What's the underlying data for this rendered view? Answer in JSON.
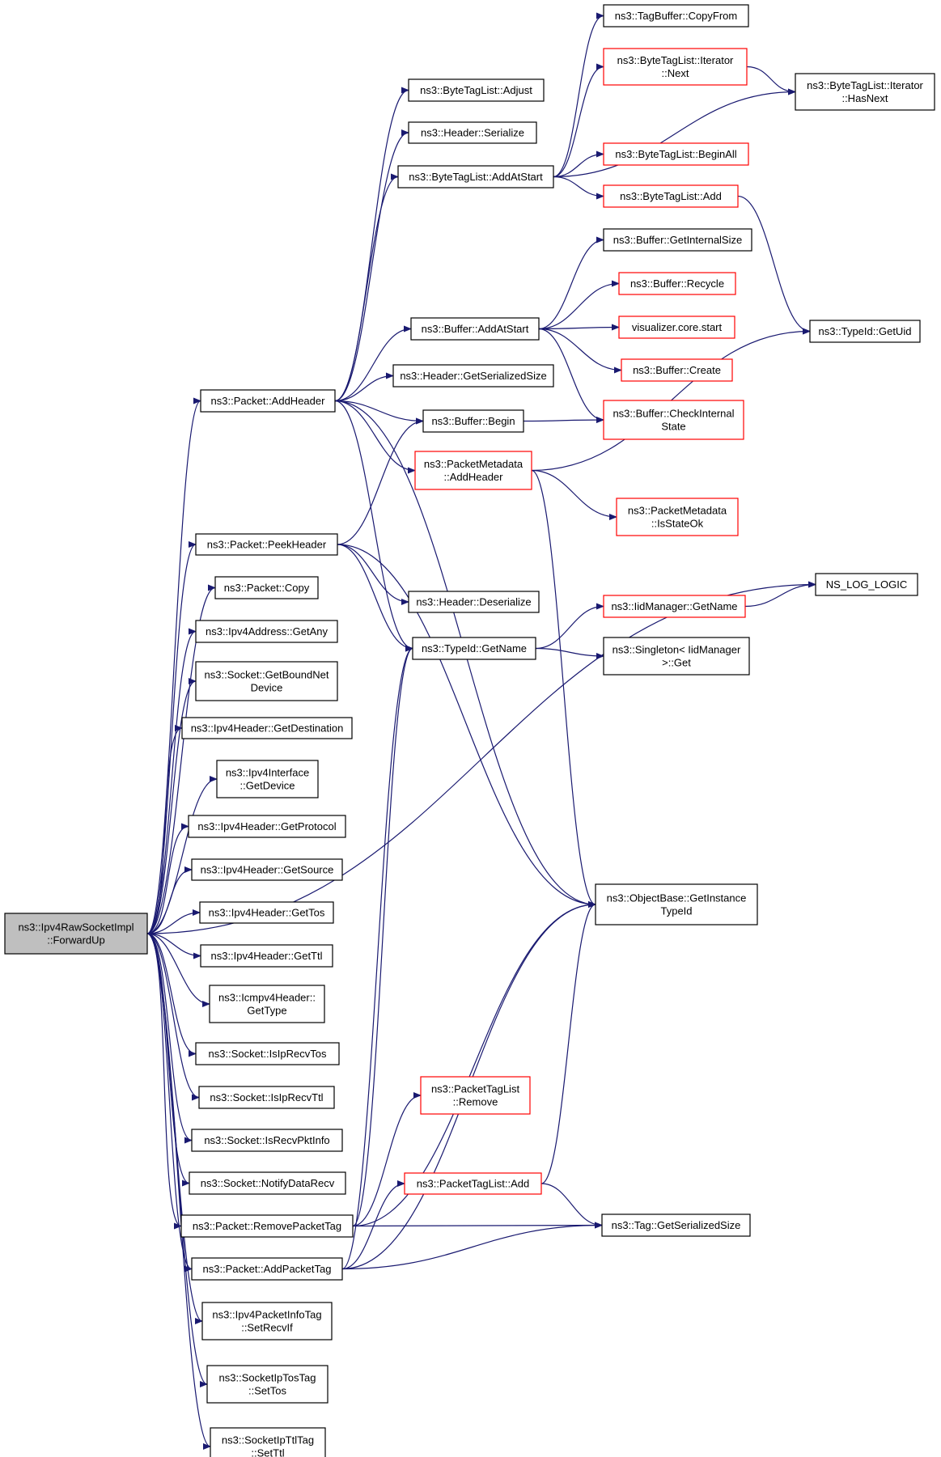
{
  "colors": {
    "edge": "#191970",
    "node_border_normal": "#000000",
    "node_border_truncated": "#ff0000",
    "root_fill": "#bfbfbf",
    "node_fill": "#ffffff"
  },
  "nodes": [
    {
      "id": "root",
      "lines": [
        "ns3::Ipv4RawSocketImpl",
        "::ForwardUp"
      ],
      "kind": "root"
    },
    {
      "id": "addHeader",
      "lines": [
        "ns3::Packet::AddHeader"
      ],
      "kind": "normal"
    },
    {
      "id": "peekHeader",
      "lines": [
        "ns3::Packet::PeekHeader"
      ],
      "kind": "normal"
    },
    {
      "id": "copy",
      "lines": [
        "ns3::Packet::Copy"
      ],
      "kind": "normal"
    },
    {
      "id": "getAny",
      "lines": [
        "ns3::Ipv4Address::GetAny"
      ],
      "kind": "normal"
    },
    {
      "id": "getBoundNet",
      "lines": [
        "ns3::Socket::GetBoundNet",
        "Device"
      ],
      "kind": "normal"
    },
    {
      "id": "getDestination",
      "lines": [
        "ns3::Ipv4Header::GetDestination"
      ],
      "kind": "normal"
    },
    {
      "id": "ifGetDevice",
      "lines": [
        "ns3::Ipv4Interface",
        "::GetDevice"
      ],
      "kind": "normal"
    },
    {
      "id": "getProtocol",
      "lines": [
        "ns3::Ipv4Header::GetProtocol"
      ],
      "kind": "normal"
    },
    {
      "id": "getSource",
      "lines": [
        "ns3::Ipv4Header::GetSource"
      ],
      "kind": "normal"
    },
    {
      "id": "getTos",
      "lines": [
        "ns3::Ipv4Header::GetTos"
      ],
      "kind": "normal"
    },
    {
      "id": "getTtl",
      "lines": [
        "ns3::Ipv4Header::GetTtl"
      ],
      "kind": "normal"
    },
    {
      "id": "icmpGetType",
      "lines": [
        "ns3::Icmpv4Header::",
        "GetType"
      ],
      "kind": "normal"
    },
    {
      "id": "isIpRecvTos",
      "lines": [
        "ns3::Socket::IsIpRecvTos"
      ],
      "kind": "normal"
    },
    {
      "id": "isIpRecvTtl",
      "lines": [
        "ns3::Socket::IsIpRecvTtl"
      ],
      "kind": "normal"
    },
    {
      "id": "isRecvPktInfo",
      "lines": [
        "ns3::Socket::IsRecvPktInfo"
      ],
      "kind": "normal"
    },
    {
      "id": "notifyDataRecv",
      "lines": [
        "ns3::Socket::NotifyDataRecv"
      ],
      "kind": "normal"
    },
    {
      "id": "removePacketTag",
      "lines": [
        "ns3::Packet::RemovePacketTag"
      ],
      "kind": "normal"
    },
    {
      "id": "addPacketTag",
      "lines": [
        "ns3::Packet::AddPacketTag"
      ],
      "kind": "normal"
    },
    {
      "id": "setRecvIf",
      "lines": [
        "ns3::Ipv4PacketInfoTag",
        "::SetRecvIf"
      ],
      "kind": "normal"
    },
    {
      "id": "setTos",
      "lines": [
        "ns3::SocketIpTosTag",
        "::SetTos"
      ],
      "kind": "normal"
    },
    {
      "id": "setTtl",
      "lines": [
        "ns3::SocketIpTtlTag",
        "::SetTtl"
      ],
      "kind": "normal"
    },
    {
      "id": "btlAdjust",
      "lines": [
        "ns3::ByteTagList::Adjust"
      ],
      "kind": "normal"
    },
    {
      "id": "hdrSerialize",
      "lines": [
        "ns3::Header::Serialize"
      ],
      "kind": "normal"
    },
    {
      "id": "btlAddAtStart",
      "lines": [
        "ns3::ByteTagList::AddAtStart"
      ],
      "kind": "normal"
    },
    {
      "id": "bufAddAtStart",
      "lines": [
        "ns3::Buffer::AddAtStart"
      ],
      "kind": "normal"
    },
    {
      "id": "hdrGetSerSize",
      "lines": [
        "ns3::Header::GetSerializedSize"
      ],
      "kind": "normal"
    },
    {
      "id": "bufBegin",
      "lines": [
        "ns3::Buffer::Begin"
      ],
      "kind": "normal"
    },
    {
      "id": "pmAddHeader",
      "lines": [
        "ns3::PacketMetadata",
        "::AddHeader"
      ],
      "kind": "truncated"
    },
    {
      "id": "hdrDeserialize",
      "lines": [
        "ns3::Header::Deserialize"
      ],
      "kind": "normal"
    },
    {
      "id": "tidGetName",
      "lines": [
        "ns3::TypeId::GetName"
      ],
      "kind": "normal"
    },
    {
      "id": "ptlRemove",
      "lines": [
        "ns3::PacketTagList",
        "::Remove"
      ],
      "kind": "truncated"
    },
    {
      "id": "ptlAdd",
      "lines": [
        "ns3::PacketTagList::Add"
      ],
      "kind": "truncated"
    },
    {
      "id": "tbCopyFrom",
      "lines": [
        "ns3::TagBuffer::CopyFrom"
      ],
      "kind": "normal"
    },
    {
      "id": "btlItNext",
      "lines": [
        "ns3::ByteTagList::Iterator",
        "::Next"
      ],
      "kind": "truncated"
    },
    {
      "id": "btlBeginAll",
      "lines": [
        "ns3::ByteTagList::BeginAll"
      ],
      "kind": "truncated"
    },
    {
      "id": "btlAdd",
      "lines": [
        "ns3::ByteTagList::Add"
      ],
      "kind": "truncated"
    },
    {
      "id": "bufGetIntSize",
      "lines": [
        "ns3::Buffer::GetInternalSize"
      ],
      "kind": "normal"
    },
    {
      "id": "bufRecycle",
      "lines": [
        "ns3::Buffer::Recycle"
      ],
      "kind": "truncated"
    },
    {
      "id": "vizStart",
      "lines": [
        "visualizer.core.start"
      ],
      "kind": "truncated"
    },
    {
      "id": "bufCreate",
      "lines": [
        "ns3::Buffer::Create"
      ],
      "kind": "truncated"
    },
    {
      "id": "bufCheckInt",
      "lines": [
        "ns3::Buffer::CheckInternal",
        "State"
      ],
      "kind": "truncated"
    },
    {
      "id": "pmIsStateOk",
      "lines": [
        "ns3::PacketMetadata",
        "::IsStateOk"
      ],
      "kind": "truncated"
    },
    {
      "id": "iidGetName",
      "lines": [
        "ns3::IidManager::GetName"
      ],
      "kind": "truncated"
    },
    {
      "id": "singletonGet",
      "lines": [
        "ns3::Singleton< IidManager",
        ">::Get"
      ],
      "kind": "normal"
    },
    {
      "id": "objGetInstTid",
      "lines": [
        "ns3::ObjectBase::GetInstance",
        "TypeId"
      ],
      "kind": "normal"
    },
    {
      "id": "tagGetSerSize",
      "lines": [
        "ns3::Tag::GetSerializedSize"
      ],
      "kind": "normal"
    },
    {
      "id": "btlItHasNext",
      "lines": [
        "ns3::ByteTagList::Iterator",
        "::HasNext"
      ],
      "kind": "normal"
    },
    {
      "id": "tidGetUid",
      "lines": [
        "ns3::TypeId::GetUid"
      ],
      "kind": "normal"
    },
    {
      "id": "nsLogLogic",
      "lines": [
        "NS_LOG_LOGIC"
      ],
      "kind": "normal"
    }
  ],
  "edges": [
    [
      "root",
      "addHeader"
    ],
    [
      "root",
      "peekHeader"
    ],
    [
      "root",
      "copy"
    ],
    [
      "root",
      "getAny"
    ],
    [
      "root",
      "getBoundNet"
    ],
    [
      "root",
      "getDestination"
    ],
    [
      "root",
      "ifGetDevice"
    ],
    [
      "root",
      "getProtocol"
    ],
    [
      "root",
      "getSource"
    ],
    [
      "root",
      "getTos"
    ],
    [
      "root",
      "getTtl"
    ],
    [
      "root",
      "icmpGetType"
    ],
    [
      "root",
      "isIpRecvTos"
    ],
    [
      "root",
      "isIpRecvTtl"
    ],
    [
      "root",
      "isRecvPktInfo"
    ],
    [
      "root",
      "notifyDataRecv"
    ],
    [
      "root",
      "removePacketTag"
    ],
    [
      "root",
      "addPacketTag"
    ],
    [
      "root",
      "setRecvIf"
    ],
    [
      "root",
      "setTos"
    ],
    [
      "root",
      "setTtl"
    ],
    [
      "root",
      "nsLogLogic"
    ],
    [
      "addHeader",
      "btlAdjust"
    ],
    [
      "addHeader",
      "hdrSerialize"
    ],
    [
      "addHeader",
      "btlAddAtStart"
    ],
    [
      "addHeader",
      "bufAddAtStart"
    ],
    [
      "addHeader",
      "hdrGetSerSize"
    ],
    [
      "addHeader",
      "bufBegin"
    ],
    [
      "addHeader",
      "pmAddHeader"
    ],
    [
      "addHeader",
      "tidGetName"
    ],
    [
      "addHeader",
      "objGetInstTid"
    ],
    [
      "peekHeader",
      "bufBegin"
    ],
    [
      "peekHeader",
      "hdrDeserialize"
    ],
    [
      "peekHeader",
      "tidGetName"
    ],
    [
      "peekHeader",
      "objGetInstTid"
    ],
    [
      "btlAddAtStart",
      "tbCopyFrom"
    ],
    [
      "btlAddAtStart",
      "btlItNext"
    ],
    [
      "btlAddAtStart",
      "btlItHasNext"
    ],
    [
      "btlAddAtStart",
      "btlBeginAll"
    ],
    [
      "btlAddAtStart",
      "btlAdd"
    ],
    [
      "btlItNext",
      "btlItHasNext"
    ],
    [
      "btlAdd",
      "tidGetUid"
    ],
    [
      "bufAddAtStart",
      "bufGetIntSize"
    ],
    [
      "bufAddAtStart",
      "bufRecycle"
    ],
    [
      "bufAddAtStart",
      "vizStart"
    ],
    [
      "bufAddAtStart",
      "bufCreate"
    ],
    [
      "bufAddAtStart",
      "bufCheckInt"
    ],
    [
      "bufBegin",
      "bufCheckInt"
    ],
    [
      "pmAddHeader",
      "tidGetUid"
    ],
    [
      "pmAddHeader",
      "pmIsStateOk"
    ],
    [
      "pmAddHeader",
      "objGetInstTid"
    ],
    [
      "tidGetName",
      "iidGetName"
    ],
    [
      "tidGetName",
      "singletonGet"
    ],
    [
      "iidGetName",
      "nsLogLogic"
    ],
    [
      "removePacketTag",
      "tidGetName"
    ],
    [
      "removePacketTag",
      "objGetInstTid"
    ],
    [
      "removePacketTag",
      "ptlRemove"
    ],
    [
      "removePacketTag",
      "tagGetSerSize"
    ],
    [
      "addPacketTag",
      "tidGetName"
    ],
    [
      "addPacketTag",
      "objGetInstTid"
    ],
    [
      "addPacketTag",
      "ptlAdd"
    ],
    [
      "addPacketTag",
      "tagGetSerSize"
    ],
    [
      "ptlAdd",
      "objGetInstTid"
    ],
    [
      "ptlAdd",
      "tagGetSerSize"
    ]
  ]
}
